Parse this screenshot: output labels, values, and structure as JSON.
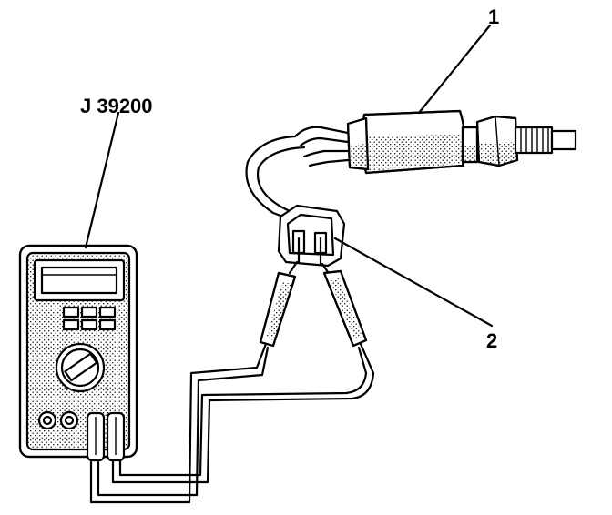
{
  "diagram": {
    "labels": {
      "tool": "J 39200",
      "callout_1": "1",
      "callout_2": "2"
    }
  }
}
